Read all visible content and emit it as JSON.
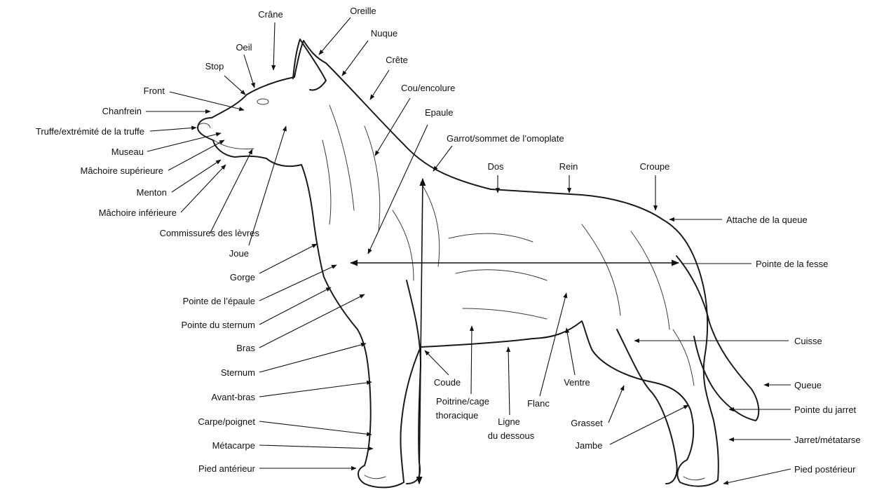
{
  "labels": {
    "crane": "Crâne",
    "oreille": "Oreille",
    "nuque": "Nuque",
    "crete": "Crête",
    "oeil": "Oeil",
    "stop": "Stop",
    "front": "Front",
    "chanfrein": "Chanfrein",
    "truffe": "Truffe/extrémité de la truffe",
    "museau": "Museau",
    "machoire_sup": "Mâchoire supérieure",
    "menton": "Menton",
    "machoire_inf": "Mâchoire inférieure",
    "commissures": "Commissures des lèvres",
    "joue": "Joue",
    "gorge": "Gorge",
    "pointe_epaule": "Pointe de l’épaule",
    "pointe_sternum": "Pointe du sternum",
    "bras": "Bras",
    "sternum": "Sternum",
    "avant_bras": "Avant-bras",
    "carpe": "Carpe/poignet",
    "metacarpe": "Métacarpe",
    "pied_ant": "Pied antérieur",
    "cou": "Cou/encolure",
    "epaule": "Epaule",
    "garrot": "Garrot/sommet de l’omoplate",
    "dos": "Dos",
    "rein": "Rein",
    "croupe": "Croupe",
    "attache_queue": "Attache de la queue",
    "pointe_fesse": "Pointe de la fesse",
    "cuisse": "Cuisse",
    "queue": "Queue",
    "pointe_jarret": "Pointe du jarret",
    "jarret": "Jarret/métatarse",
    "pied_post": "Pied postérieur",
    "coude": "Coude",
    "poitrine_1": "Poitrine/cage",
    "poitrine_2": "thoracique",
    "ligne_1": "Ligne",
    "ligne_2": "du dessous",
    "flanc": "Flanc",
    "ventre": "Ventre",
    "grasset": "Grasset",
    "jambe": "Jambe"
  }
}
